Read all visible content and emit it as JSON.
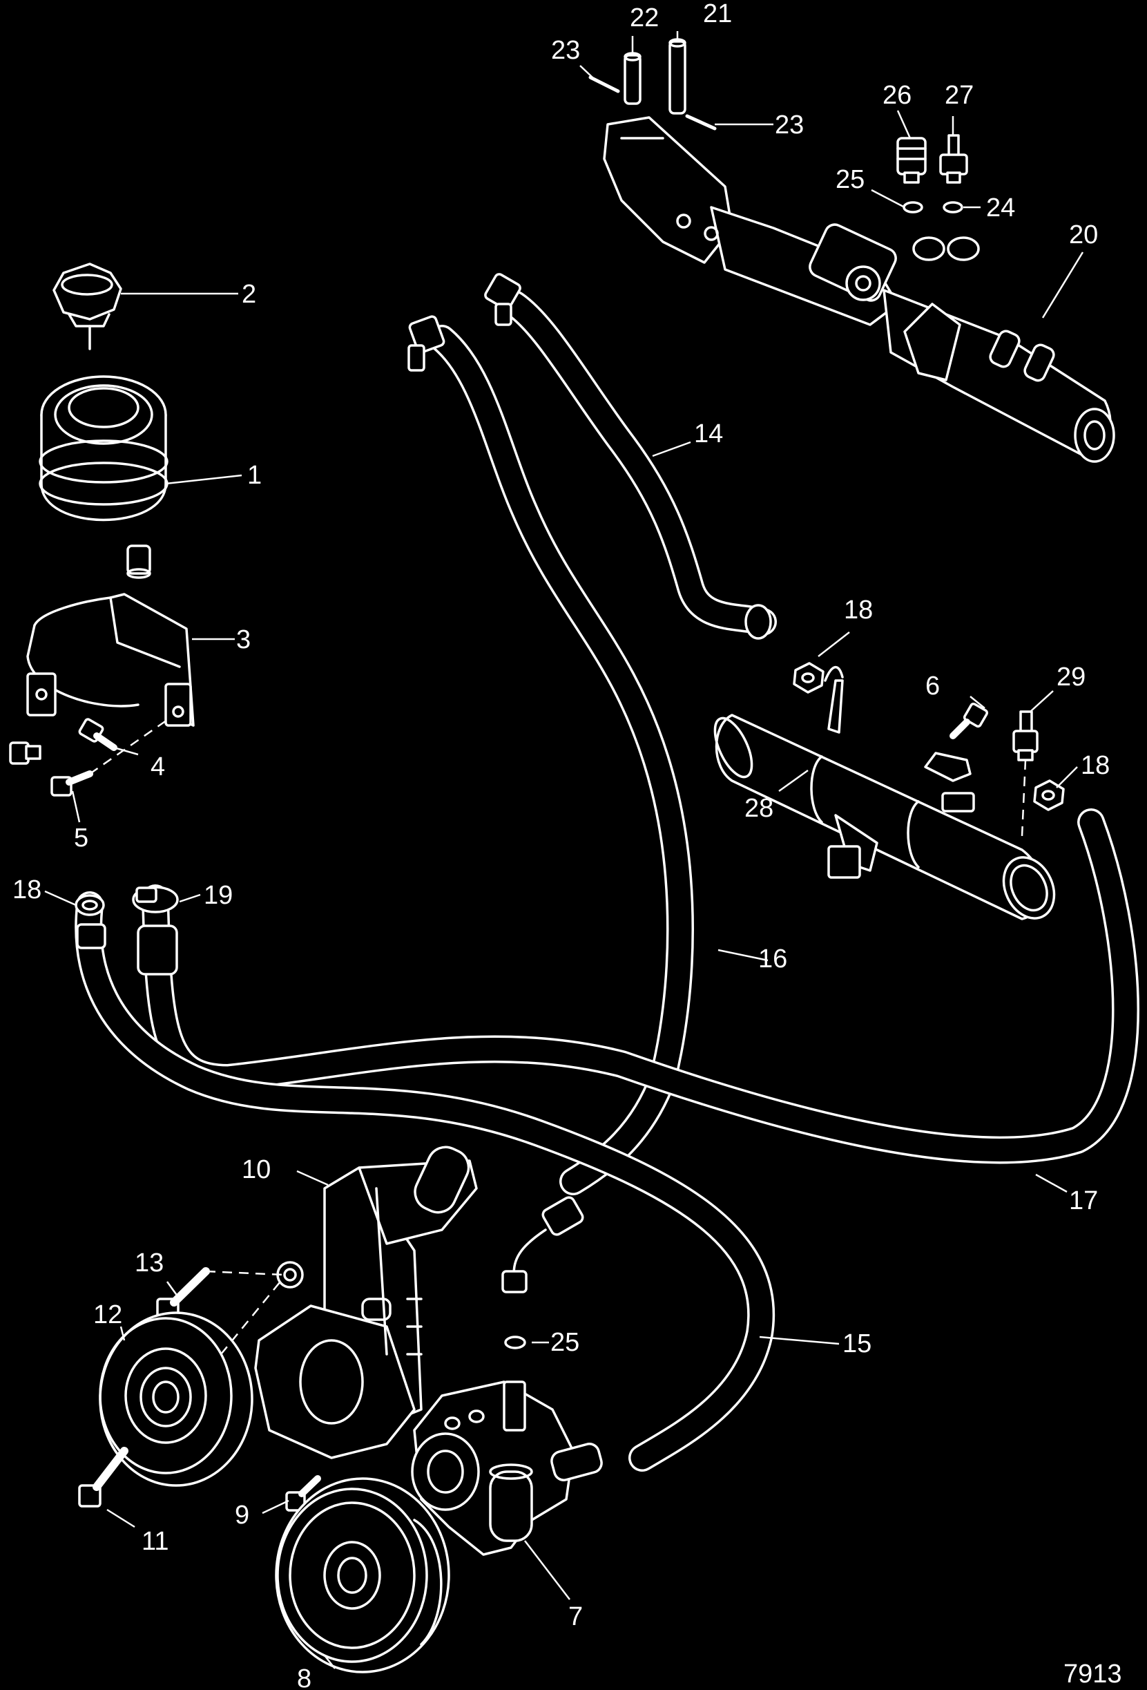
{
  "figure_id": "7913",
  "callouts": [
    {
      "name": "1",
      "label": "1"
    },
    {
      "name": "2",
      "label": "2"
    },
    {
      "name": "3",
      "label": "3"
    },
    {
      "name": "4",
      "label": "4"
    },
    {
      "name": "5",
      "label": "5"
    },
    {
      "name": "6",
      "label": "6"
    },
    {
      "name": "7",
      "label": "7"
    },
    {
      "name": "8",
      "label": "8"
    },
    {
      "name": "9",
      "label": "9"
    },
    {
      "name": "10",
      "label": "10"
    },
    {
      "name": "11",
      "label": "11"
    },
    {
      "name": "12",
      "label": "12"
    },
    {
      "name": "13",
      "label": "13"
    },
    {
      "name": "14",
      "label": "14"
    },
    {
      "name": "15",
      "label": "15"
    },
    {
      "name": "16",
      "label": "16"
    },
    {
      "name": "17",
      "label": "17"
    },
    {
      "name": "18a",
      "label": "18"
    },
    {
      "name": "18b",
      "label": "18"
    },
    {
      "name": "18c",
      "label": "18"
    },
    {
      "name": "19",
      "label": "19"
    },
    {
      "name": "20",
      "label": "20"
    },
    {
      "name": "21",
      "label": "21"
    },
    {
      "name": "22",
      "label": "22"
    },
    {
      "name": "23a",
      "label": "23"
    },
    {
      "name": "23b",
      "label": "23"
    },
    {
      "name": "24",
      "label": "24"
    },
    {
      "name": "25a",
      "label": "25"
    },
    {
      "name": "25b",
      "label": "25"
    },
    {
      "name": "26",
      "label": "26"
    },
    {
      "name": "27",
      "label": "27"
    },
    {
      "name": "28",
      "label": "28"
    },
    {
      "name": "29",
      "label": "29"
    }
  ],
  "colors": {
    "background": "#000000",
    "line": "#ffffff"
  }
}
